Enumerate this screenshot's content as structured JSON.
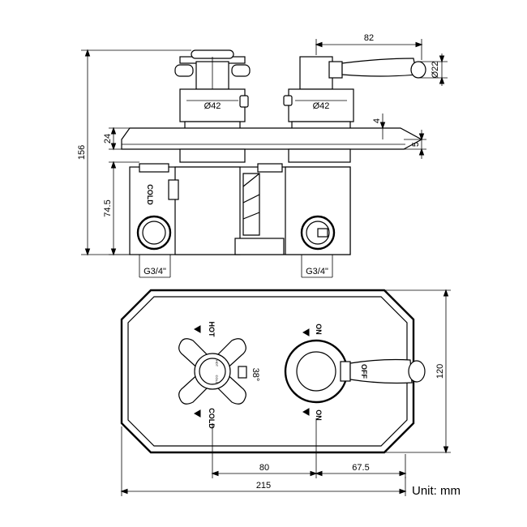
{
  "dimensions": {
    "handle_offset": "82",
    "handle_dia": "Ø22",
    "diverter_dia": "Ø42",
    "thermo_dia": "Ø42",
    "total_height": "156",
    "plate_height": "24",
    "body_height": "74.5",
    "plate_thickness": "4",
    "plate_edge": "5",
    "inlet_left": "G3/4\"",
    "inlet_right": "G3/4\"",
    "plate_height_front": "120",
    "spacing_centers": "80",
    "spacing_right": "67.5",
    "plate_width": "215",
    "temp_mark": "38°"
  },
  "labels": {
    "cold_side": "COLD",
    "hot": "HOT",
    "cold": "COLD",
    "on_top": "ON",
    "on_bottom": "ON",
    "off": "OFF",
    "knob_hot": "HOT",
    "knob_cold": "COLD"
  },
  "unit_label": "Unit: mm",
  "colors": {
    "line": "#000000",
    "background": "#ffffff"
  }
}
